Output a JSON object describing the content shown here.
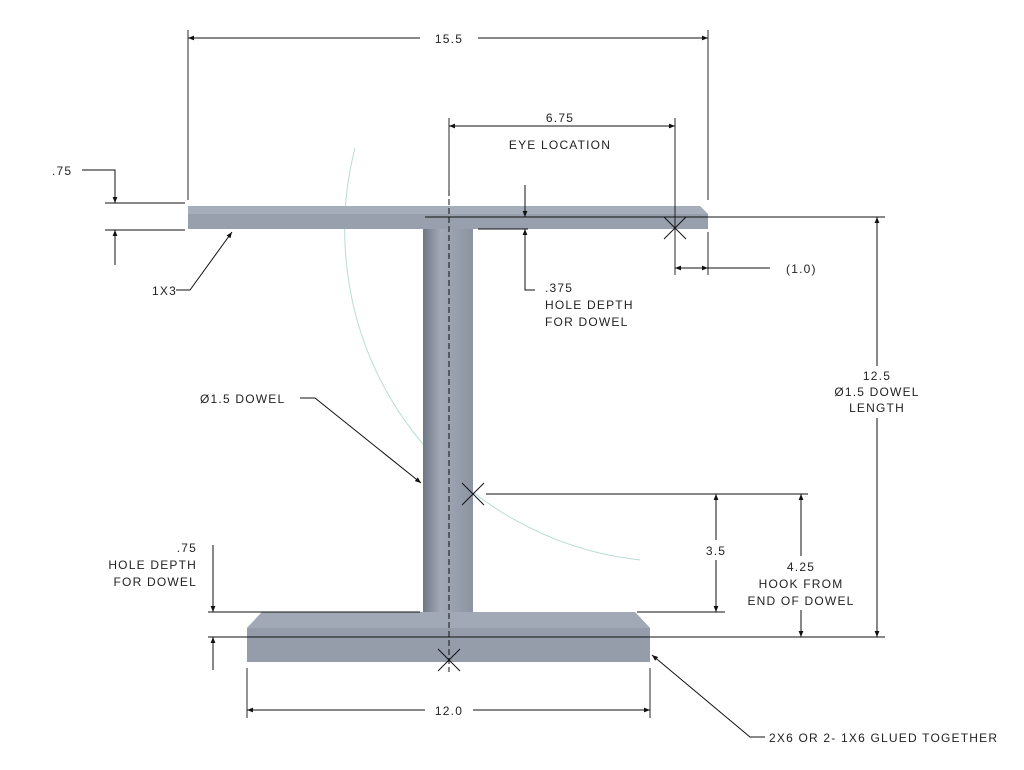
{
  "colors": {
    "board": "#98a0ad",
    "board_top": "#a7aebb",
    "dowel": "#8f97a4",
    "arc": "#b9dcd6",
    "line": "#111111"
  },
  "dimensions": {
    "overall_width": "15.5",
    "eye_location_value": "6.75",
    "eye_location_label": "EYE LOCATION",
    "top_board_thickness": ".75",
    "top_hole_depth_value": ".375",
    "top_hole_depth_line1": "HOLE DEPTH",
    "top_hole_depth_line2": "FOR DOWEL",
    "eye_offset": "(1.0)",
    "dowel_length_value": "12.5",
    "dowel_length_line1": "Ø1.5 DOWEL",
    "dowel_length_line2": "LENGTH",
    "hook_height": "3.5",
    "hook_from_end_value": "4.25",
    "hook_from_end_line1": "HOOK FROM",
    "hook_from_end_line2": "END OF DOWEL",
    "bottom_hole_depth_value": ".75",
    "bottom_hole_depth_line1": "HOLE DEPTH",
    "bottom_hole_depth_line2": "FOR DOWEL",
    "base_width": "12.0"
  },
  "callouts": {
    "top_board": "1X3",
    "dowel": "Ø1.5 DOWEL",
    "base": "2X6 OR 2- 1X6 GLUED TOGETHER"
  }
}
